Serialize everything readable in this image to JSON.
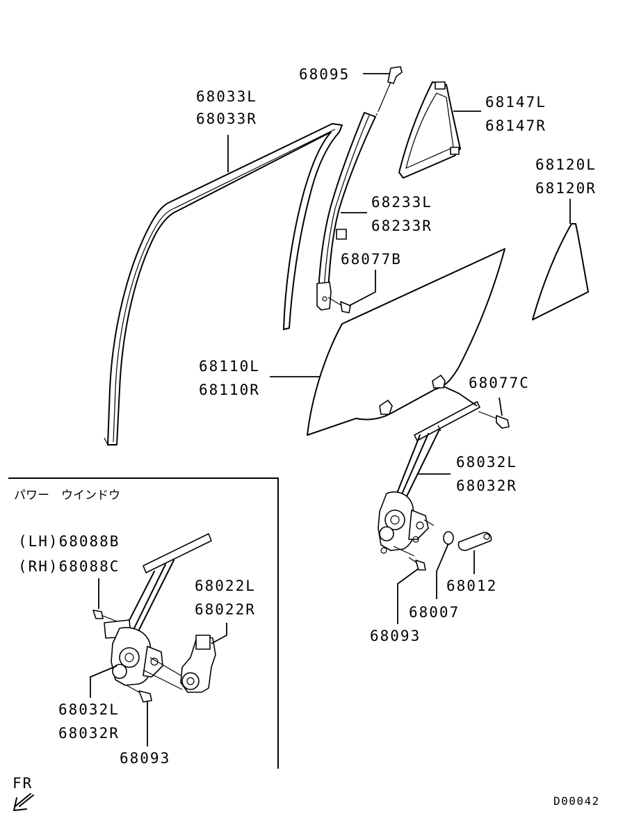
{
  "labels": {
    "p68095": "68095",
    "p68033L": "68033L",
    "p68033R": "68033R",
    "p68147L": "68147L",
    "p68147R": "68147R",
    "p68120L": "68120L",
    "p68120R": "68120R",
    "p68233L": "68233L",
    "p68233R": "68233R",
    "p68077B": "68077B",
    "p68110L": "68110L",
    "p68110R": "68110R",
    "p68077C": "68077C",
    "p68032L_top": "68032L",
    "p68032R_top": "68032R",
    "p68012": "68012",
    "p68007": "68007",
    "p68093_top": "68093",
    "power_window_title": "パワー　ウインドウ",
    "p68088B": "(LH)68088B",
    "p68088C": "(RH)68088C",
    "p68022L": "68022L",
    "p68022R": "68022R",
    "p68032L_box": "68032L",
    "p68032R_box": "68032R",
    "p68093_box": "68093",
    "front_indicator": "FR",
    "diagram_code": "D00042"
  },
  "icons": {
    "front_arrow": "arrow-down-left-icon"
  }
}
